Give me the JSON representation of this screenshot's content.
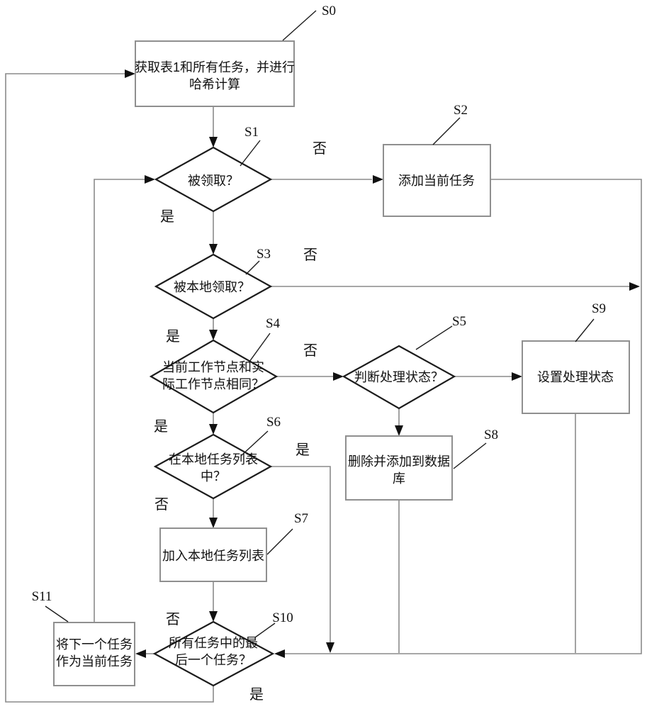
{
  "nodes": {
    "s0": {
      "step": "S0",
      "type": "process",
      "lines": [
        "获取表1和所有任务，并进行",
        "哈希计算"
      ]
    },
    "s1": {
      "step": "S1",
      "type": "decision",
      "lines": [
        "被领取？"
      ]
    },
    "s2": {
      "step": "S2",
      "type": "process",
      "lines": [
        "添加当前任务"
      ]
    },
    "s3": {
      "step": "S3",
      "type": "decision",
      "lines": [
        "被本地领取？"
      ]
    },
    "s4": {
      "step": "S4",
      "type": "decision",
      "lines": [
        "当前工作节点和实",
        "际工作节点相同？"
      ]
    },
    "s5": {
      "step": "S5",
      "type": "decision",
      "lines": [
        "判断处理状态？"
      ]
    },
    "s6": {
      "step": "S6",
      "type": "decision",
      "lines": [
        "在本地任务列表",
        "中？"
      ]
    },
    "s7": {
      "step": "S7",
      "type": "process",
      "lines": [
        "加入本地任务列表"
      ]
    },
    "s8": {
      "step": "S8",
      "type": "process",
      "lines": [
        "删除并添加到数据",
        "库"
      ]
    },
    "s9": {
      "step": "S9",
      "type": "process",
      "lines": [
        "设置处理状态"
      ]
    },
    "s10": {
      "step": "S10",
      "type": "decision",
      "lines": [
        "所有任务中的最",
        "后一个任务？"
      ]
    },
    "s11": {
      "step": "S11",
      "type": "process",
      "lines": [
        "将下一个任务",
        "作为当前任务"
      ]
    }
  },
  "branch_labels": {
    "yes": "是",
    "no": "否"
  },
  "edges": [
    {
      "from": "S0",
      "to": "S1"
    },
    {
      "from": "S1",
      "to": "S2",
      "label": "否"
    },
    {
      "from": "S1",
      "to": "S3",
      "label": "是"
    },
    {
      "from": "S2",
      "to": "S10"
    },
    {
      "from": "S3",
      "to": "S10",
      "label": "否"
    },
    {
      "from": "S3",
      "to": "S4",
      "label": "是"
    },
    {
      "from": "S4",
      "to": "S5",
      "label": "否"
    },
    {
      "from": "S4",
      "to": "S6",
      "label": "是"
    },
    {
      "from": "S5",
      "to": "S9"
    },
    {
      "from": "S5",
      "to": "S8"
    },
    {
      "from": "S6",
      "to": "S10",
      "label": "是"
    },
    {
      "from": "S6",
      "to": "S7",
      "label": "否"
    },
    {
      "from": "S7",
      "to": "S10"
    },
    {
      "from": "S8",
      "to": "S10"
    },
    {
      "from": "S9",
      "to": "S10"
    },
    {
      "from": "S10",
      "to": "S11",
      "label": "否"
    },
    {
      "from": "S10",
      "to": "S0",
      "label": "是"
    },
    {
      "from": "S11",
      "to": "S1"
    }
  ],
  "colors": {
    "background": "#ffffff",
    "connector": "#8a8a8a",
    "box_stroke": "#8f8f8f",
    "diamond_stroke": "#1c1c1c",
    "text": "#111111"
  }
}
